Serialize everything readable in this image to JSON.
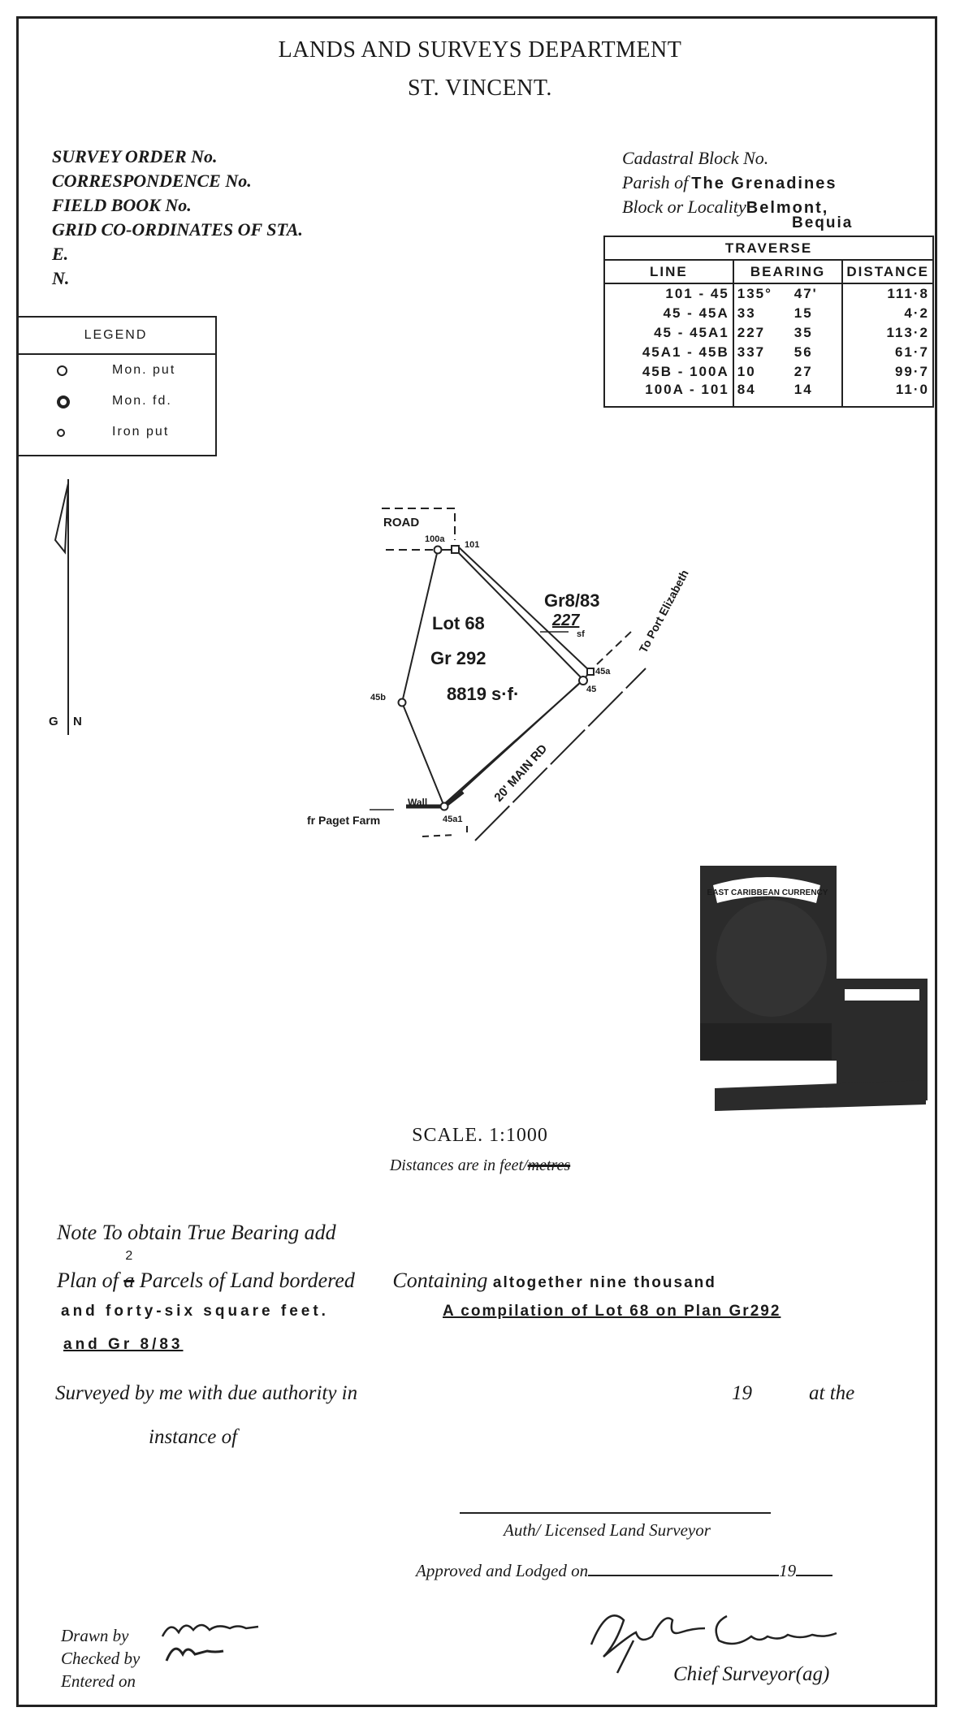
{
  "header": {
    "line1": "LANDS AND SURVEYS DEPARTMENT",
    "line2": "ST. VINCENT."
  },
  "fields_left": [
    "SURVEY ORDER No.",
    "CORRESPONDENCE No.",
    "FIELD BOOK No.",
    "GRID CO-ORDINATES OF STA.",
    "E.",
    "N."
  ],
  "fields_right": {
    "cadastral_label": "Cadastral Block No.",
    "parish_label": "Parish of",
    "parish_value": "The Grenadines",
    "locality_label": "Block or Locality",
    "locality_value_1": "Belmont,",
    "locality_value_2": "Bequia"
  },
  "legend": {
    "title": "LEGEND",
    "items": [
      {
        "symbol": "open-circle",
        "label": "Mon. put"
      },
      {
        "symbol": "bold-circle",
        "label": "Mon. fd."
      },
      {
        "symbol": "small-circle",
        "label": "Iron put"
      }
    ]
  },
  "traverse": {
    "title": "TRAVERSE",
    "headers": [
      "LINE",
      "BEARING",
      "DISTANCE"
    ],
    "rows": [
      {
        "line": "101 - 45",
        "deg": "135°",
        "min": "47'",
        "distance": "111·8"
      },
      {
        "line": "45 - 45A",
        "deg": "33",
        "min": "15",
        "distance": "4·2"
      },
      {
        "line": "45 - 45A1",
        "deg": "227",
        "min": "35",
        "distance": "113·2"
      },
      {
        "line": "45A1 - 45B",
        "deg": "337",
        "min": "56",
        "distance": "61·7"
      },
      {
        "line": "45B - 100A",
        "deg": "10",
        "min": "27",
        "distance": "99·7"
      },
      {
        "line": "100A - 101",
        "deg": "84",
        "min": "14",
        "distance": "11·0"
      }
    ]
  },
  "north": {
    "label_g": "G",
    "label_n": "N"
  },
  "plan": {
    "road": "ROAD",
    "stations": {
      "s100a": "100a",
      "s101": "101",
      "s45a": "45a",
      "s45": "45",
      "s45b": "45b",
      "s45a1": "45a1"
    },
    "lot": "Lot 68",
    "plan_no": "Gr 292",
    "area": "8819 s·f·",
    "adjacent_plan": "Gr8/83",
    "adjacent_area": "227",
    "adjacent_unit": "sf",
    "main_road": "20' MAIN RD",
    "to_port": "To Port Elizabeth",
    "wall": "Wall",
    "fr_paget": "fr Paget Farm"
  },
  "stamp": {
    "text": "EAST CARIBBEAN CURRENCY"
  },
  "scale": "SCALE. 1:1000",
  "distances_note": {
    "text": "Distances are in feet/",
    "struck": "metres"
  },
  "note": "Note To obtain True Bearing add",
  "plan_of": {
    "prefix": "Plan of",
    "superscript": "2",
    "article": "a",
    "middle": "Parcels of Land bordered",
    "containing": "Containing",
    "typed1": "altogether nine thousand",
    "typed2": "and forty-six square feet.",
    "compilation1": "A compilation of Lot 68 on Plan Gr292",
    "compilation2": "and Gr 8/83"
  },
  "surveyed": {
    "text": "Surveyed by me with due authority in",
    "year": "19",
    "at_the": "at the",
    "instance": "instance of"
  },
  "auth_surveyor": "Auth/ Licensed Land Surveyor",
  "approved": {
    "text": "Approved and Lodged on",
    "year": "19"
  },
  "footer": {
    "drawn": "Drawn by",
    "checked": "Checked by",
    "entered": "Entered on",
    "chief": "Chief Surveyor",
    "chief_suffix": "(ag)"
  }
}
